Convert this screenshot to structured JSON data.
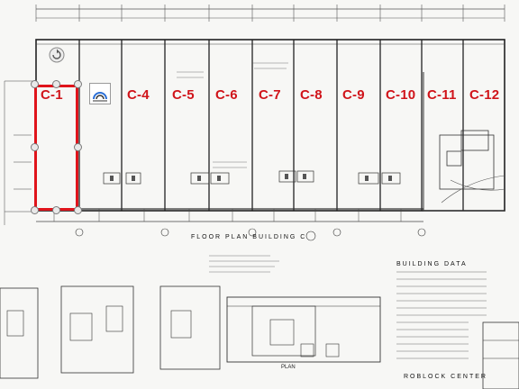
{
  "units": [
    "C-1",
    "C-4",
    "C-5",
    "C-6",
    "C-7",
    "C-8",
    "C-9",
    "C-10",
    "C-11",
    "C-12"
  ],
  "labels": {
    "floor_plan": "FLOOR PLAN BUILDING C",
    "building_data": "BUILDING DATA",
    "center_name": "ROBLOCK CENTER",
    "plan": "PLAN"
  },
  "colors": {
    "selection": "#e0141b",
    "unit_label": "#d0141a",
    "linework": "#333333"
  },
  "icons": {
    "rotate": "rotate-icon",
    "tool": "arc-tool-icon"
  }
}
